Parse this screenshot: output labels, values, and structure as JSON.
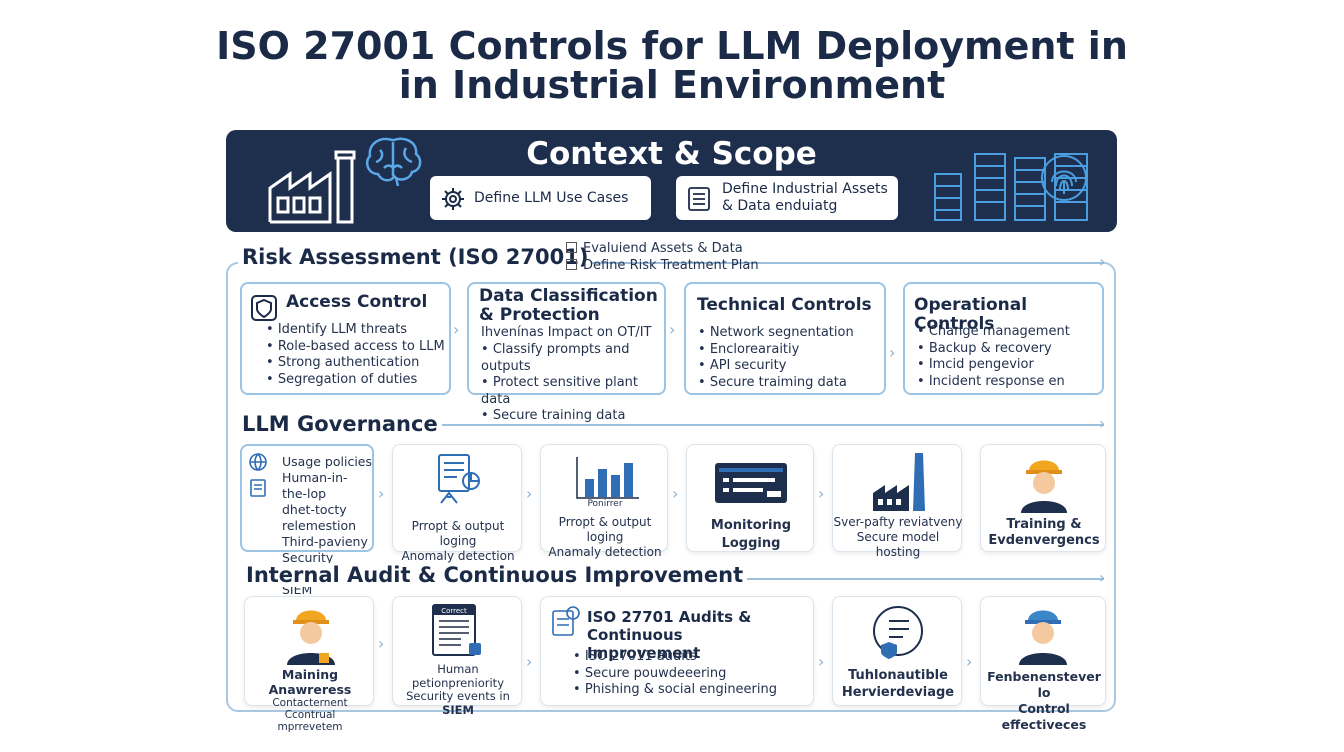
{
  "title": {
    "line1": "ISO 27001 Controls for LLM Deployment in",
    "line2": "in Industrial Environment"
  },
  "context": {
    "heading": "Context & Scope",
    "btn1": "Define LLM Use Cases",
    "btn2": "Define Industrial Assets & Data enduiatg",
    "icons": [
      "factory-icon",
      "brain-icon",
      "server-rack-icon",
      "fingerprint-icon"
    ]
  },
  "risk": {
    "heading": "Risk Assessment (ISO 27001)",
    "legend1": "Evaluiend Assets & Data",
    "legend2": "Define Risk Treatment Plan",
    "cards": [
      {
        "title": "Access Control",
        "items": [
          "Identify LLM threats",
          "Role-based access to LLM",
          "Strong authentication",
          "Segregation of duties"
        ]
      },
      {
        "title": "Data Classification & Protection",
        "intro": "Ihvenínas Impact on OT/IT",
        "items": [
          "Classify prompts and outputs",
          "Protect sensitive plant data",
          "Secure training data"
        ]
      },
      {
        "title": "Technical Controls",
        "items": [
          "Network segnentation",
          "Enclorearaitiy",
          "API security",
          "Secure traiming data"
        ]
      },
      {
        "title": "Operational Controls",
        "items": [
          "Change management",
          "Backup & recovery",
          "Imcid pengevior",
          "Incident response en"
        ]
      }
    ]
  },
  "governance": {
    "heading": "LLM Governance",
    "list": [
      "Usage policies",
      "Human-in-the-lop",
      "dhet-tocty relemestion",
      "Third-pavieny",
      "Security eventsf",
      "SIEM"
    ],
    "cards": [
      {
        "l1": "Prropt & output loging",
        "l2": "Anomaly detection"
      },
      {
        "chart_label": "Ponirrer",
        "l1": "Prropt & output loging",
        "l2": "Anamaly detection"
      },
      {
        "l1": "Monitoring",
        "l2": "Logging"
      },
      {
        "l1": "Sver-pafty reviatveny",
        "l2": "Secure model hosting"
      },
      {
        "l1": "Training &",
        "l2": "Evdenvergencs"
      }
    ]
  },
  "audit": {
    "heading": "Internal Audit & Continuous Improvement",
    "cards": [
      {
        "l1": "Maining Anawreress",
        "l2": "Contacternent Ccontrual mprrevetem"
      },
      {
        "doc_label": "Correct",
        "l1": "Human petionpreniority",
        "l2": "Security events in",
        "l3": "SIEM"
      },
      {
        "title": "ISO 27701 Audits & Continuous Improvement",
        "items": [
          "ISO 27011 audits",
          "Secure pouwdeeering",
          "Phishing & social engineering"
        ]
      },
      {
        "l1": "Tuhlonautible",
        "l2": "Hervierdeviage"
      },
      {
        "l1": "Fenbenenstever lo",
        "l2": "Control effectiveces"
      }
    ]
  },
  "colors": {
    "navy": "#1e2e4d",
    "accent": "#2f6db5",
    "border": "#9cc4e4",
    "orange": "#f2a51f"
  }
}
